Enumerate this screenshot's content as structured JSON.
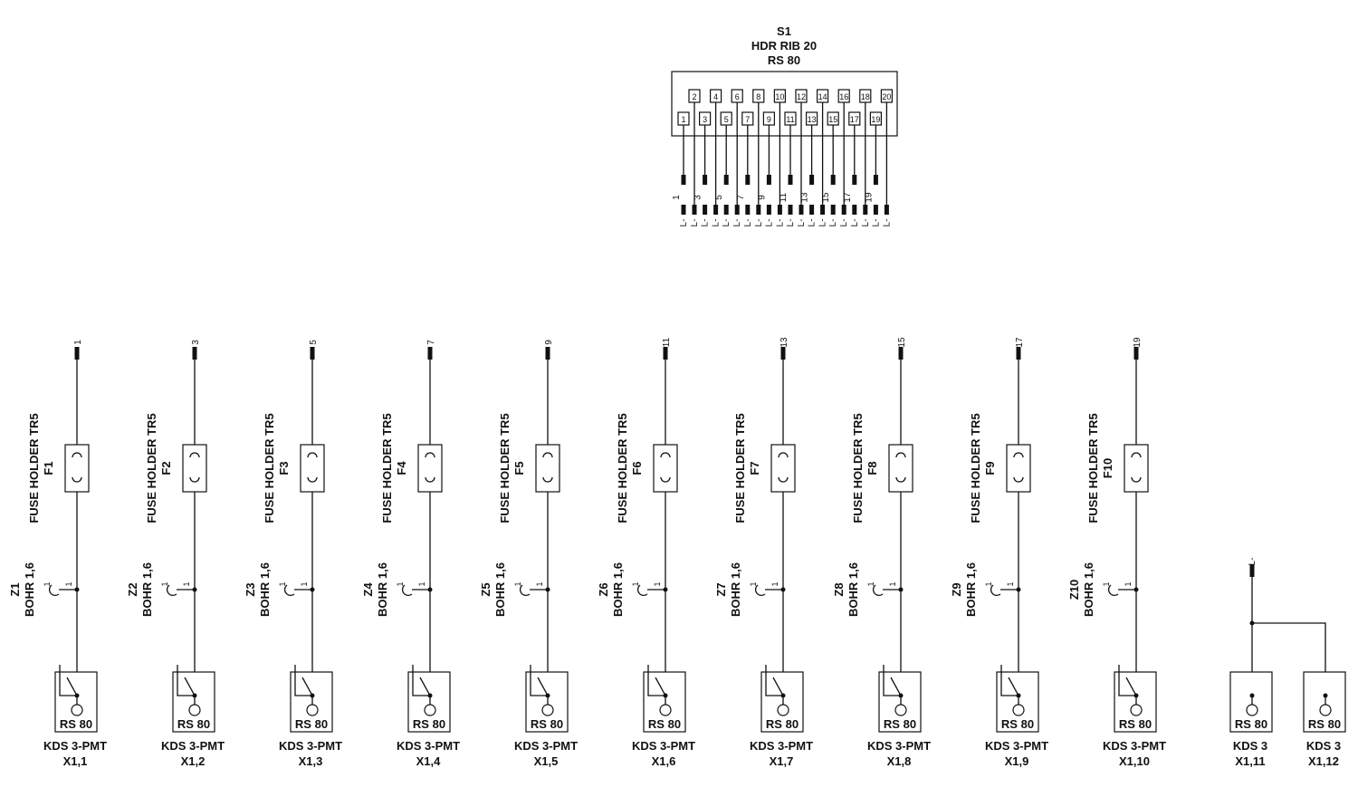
{
  "header": {
    "id": "S1",
    "type": "HDR RIB 20",
    "relay": "RS 80"
  },
  "header_pins_top": [
    "2",
    "4",
    "6",
    "8",
    "10",
    "12",
    "14",
    "16",
    "18",
    "20"
  ],
  "header_pins_bottom": [
    "1",
    "3",
    "5",
    "7",
    "9",
    "11",
    "13",
    "15",
    "17",
    "19"
  ],
  "header_wire_labels": [
    "1",
    "3",
    "5",
    "7",
    "9",
    "11",
    "13",
    "15",
    "17",
    "19"
  ],
  "header_wire_suffix": "L-",
  "channels": [
    {
      "wire": "1",
      "fuse_type": "FUSE HOLDER TR5",
      "fuse": "F1",
      "z": "Z1",
      "bohr": "BOHR 1,6",
      "pin_left": "1",
      "pin_right": "1",
      "relay": "RS 80",
      "kds": "KDS 3-PMT",
      "terminal": "X1,1"
    },
    {
      "wire": "3",
      "fuse_type": "FUSE HOLDER TR5",
      "fuse": "F2",
      "z": "Z2",
      "bohr": "BOHR 1,6",
      "pin_left": "1",
      "pin_right": "1",
      "relay": "RS 80",
      "kds": "KDS 3-PMT",
      "terminal": "X1,2"
    },
    {
      "wire": "5",
      "fuse_type": "FUSE HOLDER TR5",
      "fuse": "F3",
      "z": "Z3",
      "bohr": "BOHR 1,6",
      "pin_left": "1",
      "pin_right": "1",
      "relay": "RS 80",
      "kds": "KDS 3-PMT",
      "terminal": "X1,3"
    },
    {
      "wire": "7",
      "fuse_type": "FUSE HOLDER TR5",
      "fuse": "F4",
      "z": "Z4",
      "bohr": "BOHR 1,6",
      "pin_left": "1",
      "pin_right": "1",
      "relay": "RS 80",
      "kds": "KDS 3-PMT",
      "terminal": "X1,4"
    },
    {
      "wire": "9",
      "fuse_type": "FUSE HOLDER TR5",
      "fuse": "F5",
      "z": "Z5",
      "bohr": "BOHR 1,6",
      "pin_left": "1",
      "pin_right": "1",
      "relay": "RS 80",
      "kds": "KDS 3-PMT",
      "terminal": "X1,5"
    },
    {
      "wire": "11",
      "fuse_type": "FUSE HOLDER TR5",
      "fuse": "F6",
      "z": "Z6",
      "bohr": "BOHR 1,6",
      "pin_left": "1",
      "pin_right": "1",
      "relay": "RS 80",
      "kds": "KDS 3-PMT",
      "terminal": "X1,6"
    },
    {
      "wire": "13",
      "fuse_type": "FUSE HOLDER TR5",
      "fuse": "F7",
      "z": "Z7",
      "bohr": "BOHR 1,6",
      "pin_left": "1",
      "pin_right": "1",
      "relay": "RS 80",
      "kds": "KDS 3-PMT",
      "terminal": "X1,7"
    },
    {
      "wire": "15",
      "fuse_type": "FUSE HOLDER TR5",
      "fuse": "F8",
      "z": "Z8",
      "bohr": "BOHR 1,6",
      "pin_left": "1",
      "pin_right": "1",
      "relay": "RS 80",
      "kds": "KDS 3-PMT",
      "terminal": "X1,8"
    },
    {
      "wire": "17",
      "fuse_type": "FUSE HOLDER TR5",
      "fuse": "F9",
      "z": "Z9",
      "bohr": "BOHR 1,6",
      "pin_left": "1",
      "pin_right": "1",
      "relay": "RS 80",
      "kds": "KDS 3-PMT",
      "terminal": "X1,9"
    },
    {
      "wire": "19",
      "fuse_type": "FUSE HOLDER TR5",
      "fuse": "F10",
      "z": "Z10",
      "bohr": "BOHR 1,6",
      "pin_left": "1",
      "pin_right": "1",
      "relay": "RS 80",
      "kds": "KDS 3-PMT",
      "terminal": "X1,10"
    }
  ],
  "return_group": {
    "wire": "L-",
    "terminals": [
      {
        "relay": "RS 80",
        "kds": "KDS 3",
        "terminal": "X1,11"
      },
      {
        "relay": "RS 80",
        "kds": "KDS 3",
        "terminal": "X1,12"
      }
    ]
  }
}
